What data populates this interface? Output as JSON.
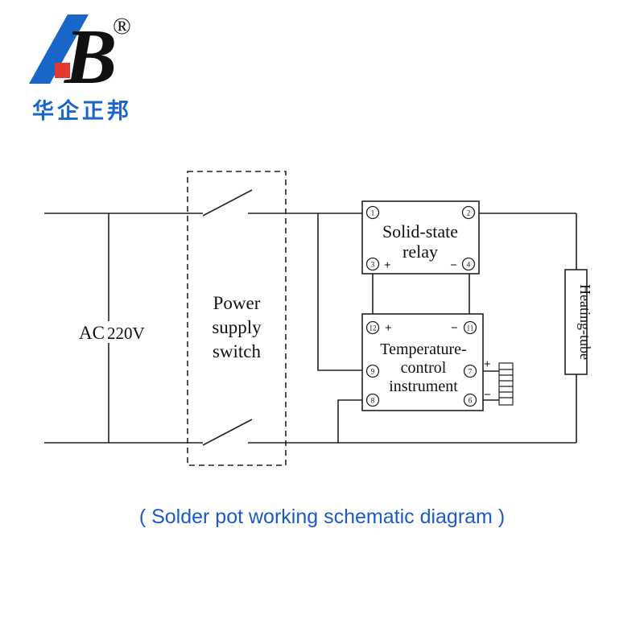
{
  "logo": {
    "glyph": "B",
    "registered": "®",
    "chinese_name": "华企正邦"
  },
  "diagram": {
    "ac": {
      "label": "AC",
      "voltage": "220V"
    },
    "power_switch": {
      "line1": "Power",
      "line2": "supply",
      "line3": "switch"
    },
    "relay": {
      "line1": "Solid-state",
      "line2": "relay",
      "t1": "1",
      "t2": "2",
      "t3": "3",
      "t4": "4",
      "plus": "+",
      "minus": "−"
    },
    "controller": {
      "line1": "Temperature-",
      "line2": "control",
      "line3": "instrument",
      "t12": "12",
      "t11": "11",
      "t9": "9",
      "t7": "7",
      "t8": "8",
      "t6": "6",
      "plus_top": "+",
      "minus_top": "−",
      "plus_sensor": "+",
      "minus_sensor": "−"
    },
    "heating_tube": "Heating-tube"
  },
  "caption": "( Solder pot working schematic diagram )"
}
